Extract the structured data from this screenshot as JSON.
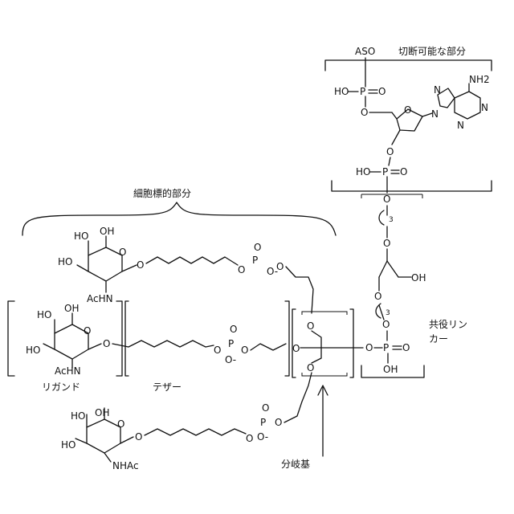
{
  "labels": {
    "cleavable_part": "切断可能な部分",
    "cell_targeting_part": "細胞標的部分",
    "conjugate_linker_line1": "共役リン",
    "conjugate_linker_line2": "カー",
    "ligand": "リガンド",
    "tether": "テザー",
    "branching_group": "分岐基"
  },
  "atoms": {
    "aso": "ASO",
    "ho": "HO",
    "oh": "OH",
    "p": "P",
    "o": "O",
    "o_minus": "O-",
    "n": "N",
    "nh2": "NH2",
    "achn": "AcHN",
    "nhac": "NHAc",
    "sub3": "3"
  }
}
